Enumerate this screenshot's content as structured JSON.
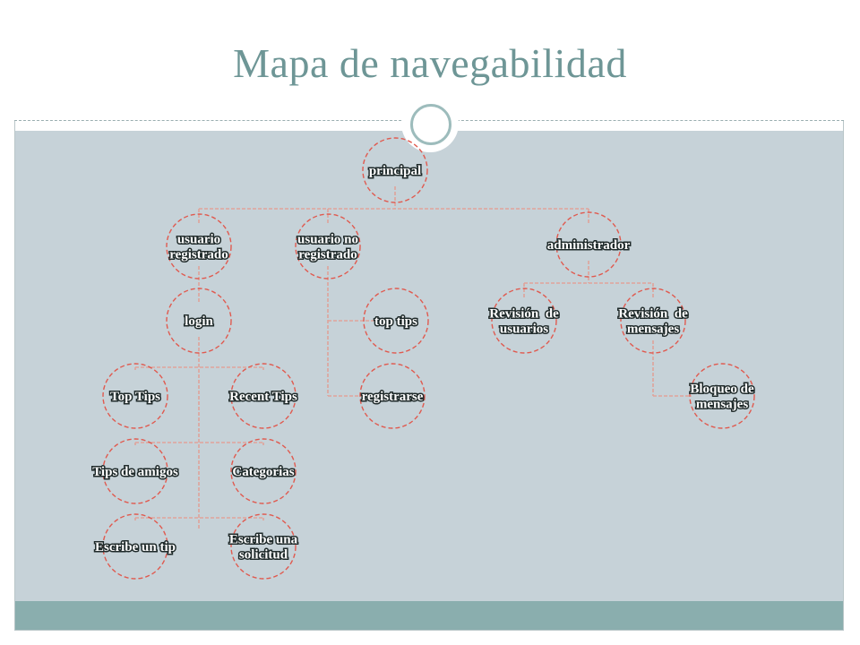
{
  "slide": {
    "title": "Mapa de navegabilidad"
  },
  "diagram": {
    "nodes": [
      {
        "id": "principal",
        "lines": [
          "principal"
        ]
      },
      {
        "id": "usuario-registrado",
        "lines": [
          "usuario",
          "registrado"
        ]
      },
      {
        "id": "usuario-no-registrado",
        "lines": [
          "usuario no",
          "registrado"
        ]
      },
      {
        "id": "administrador",
        "lines": [
          "administrador"
        ]
      },
      {
        "id": "login",
        "lines": [
          "login"
        ]
      },
      {
        "id": "top-tips-lower",
        "lines": [
          "top tips"
        ]
      },
      {
        "id": "registrarse",
        "lines": [
          "registrarse"
        ]
      },
      {
        "id": "revision-usuarios",
        "lines": [
          "Revisión  de",
          "usuarios"
        ]
      },
      {
        "id": "revision-mensajes",
        "lines": [
          "Revisión  de",
          "mensajes"
        ]
      },
      {
        "id": "bloqueo-mensajes",
        "lines": [
          "Bloqueo de",
          "mensajes"
        ]
      },
      {
        "id": "top-tips",
        "lines": [
          "Top Tips"
        ]
      },
      {
        "id": "recent-tips",
        "lines": [
          "Recent Tips"
        ]
      },
      {
        "id": "tips-de-amigos",
        "lines": [
          "Tips de amigos"
        ]
      },
      {
        "id": "categorias",
        "lines": [
          "Categorias"
        ]
      },
      {
        "id": "escribe-un-tip",
        "lines": [
          "Escribe un tip"
        ]
      },
      {
        "id": "escribe-una-solicitud",
        "lines": [
          "Escribe una",
          "solicitud"
        ]
      }
    ],
    "edges": [
      [
        "principal",
        "usuario-registrado"
      ],
      [
        "principal",
        "usuario-no-registrado"
      ],
      [
        "principal",
        "administrador"
      ],
      [
        "usuario-registrado",
        "login"
      ],
      [
        "usuario-no-registrado",
        "top-tips-lower"
      ],
      [
        "usuario-no-registrado",
        "registrarse"
      ],
      [
        "administrador",
        "revision-usuarios"
      ],
      [
        "administrador",
        "revision-mensajes"
      ],
      [
        "revision-mensajes",
        "bloqueo-mensajes"
      ],
      [
        "login",
        "top-tips"
      ],
      [
        "login",
        "recent-tips"
      ],
      [
        "login",
        "tips-de-amigos"
      ],
      [
        "login",
        "categorias"
      ],
      [
        "login",
        "escribe-un-tip"
      ],
      [
        "login",
        "escribe-una-solicitud"
      ]
    ]
  },
  "colors": {
    "title": "#6e9696",
    "panel": "#c6d2d8",
    "footer": "#8aaeae",
    "connector": "#e0a39a",
    "node_outline": "#e05a4f"
  }
}
